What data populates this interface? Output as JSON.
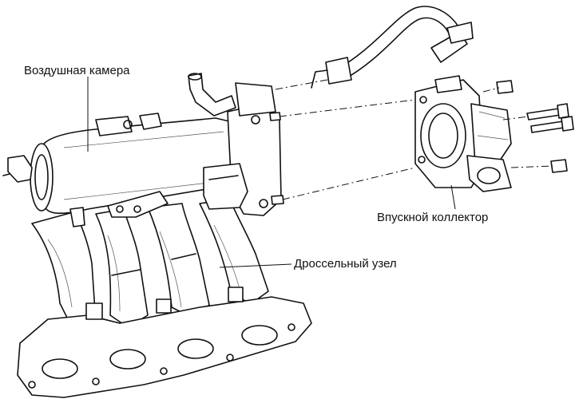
{
  "labels": {
    "air_chamber": "Воздушная камера",
    "throttle_body": "Дроссельный узел",
    "intake_manifold": "Впускной коллектор"
  }
}
